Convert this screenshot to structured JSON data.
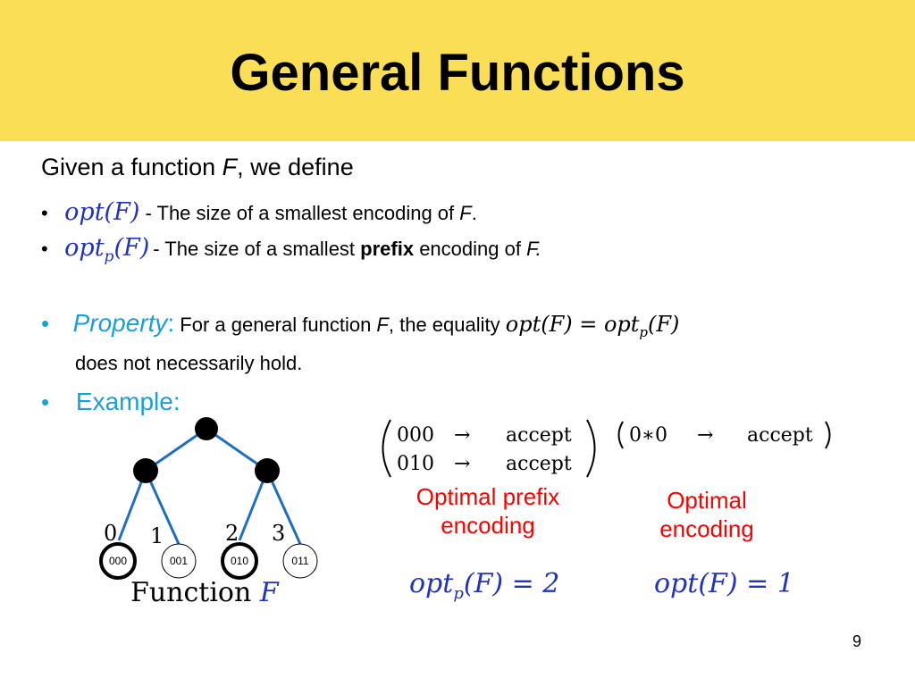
{
  "slide": {
    "title": "General Functions",
    "intro_prefix": "Given a function ",
    "intro_var": "F",
    "intro_suffix": ", we define",
    "bullet_char": "•",
    "def1_math": "opt(F)",
    "def1_text": " - The size of a smallest encoding of ",
    "def1_var": "F",
    "def1_end": ".",
    "def2_math_opt": "opt",
    "def2_math_sub": "p",
    "def2_math_arg": "(F)",
    "def2_text": "- The size of a smallest ",
    "def2_bold": "prefix",
    "def2_text2": " encoding of ",
    "def2_var": "F.",
    "property_label": "Property",
    "property_colon": ":",
    "property_text": " For a general function ",
    "property_var": "F",
    "property_text2": ", the equality ",
    "property_eq_lhs": "opt(F) = opt",
    "property_eq_sub": "p",
    "property_eq_rhs": "(F)",
    "property_line2": "does not necessarily hold.",
    "example_label": "Example:",
    "page_number": "9"
  },
  "tree": {
    "edge_labels": [
      "0",
      "1",
      "2",
      "3"
    ],
    "leaves": [
      "000",
      "001",
      "010",
      "011"
    ],
    "caption_word": "Function",
    "caption_var": "F",
    "line_color": "#1f6fbf"
  },
  "prefix_matrix": {
    "rows": [
      [
        "000",
        "→",
        "accept"
      ],
      [
        "010",
        "→",
        "accept"
      ]
    ],
    "caption_line1": "Optimal prefix",
    "caption_line2": "encoding",
    "result_opt": "opt",
    "result_sub": "p",
    "result_rest": "(F) = 2"
  },
  "optimal_matrix": {
    "rows": [
      [
        "0∗0",
        "→",
        "accept"
      ]
    ],
    "caption_line1": "Optimal",
    "caption_line2": "encoding",
    "result": "opt(F) = 1"
  }
}
